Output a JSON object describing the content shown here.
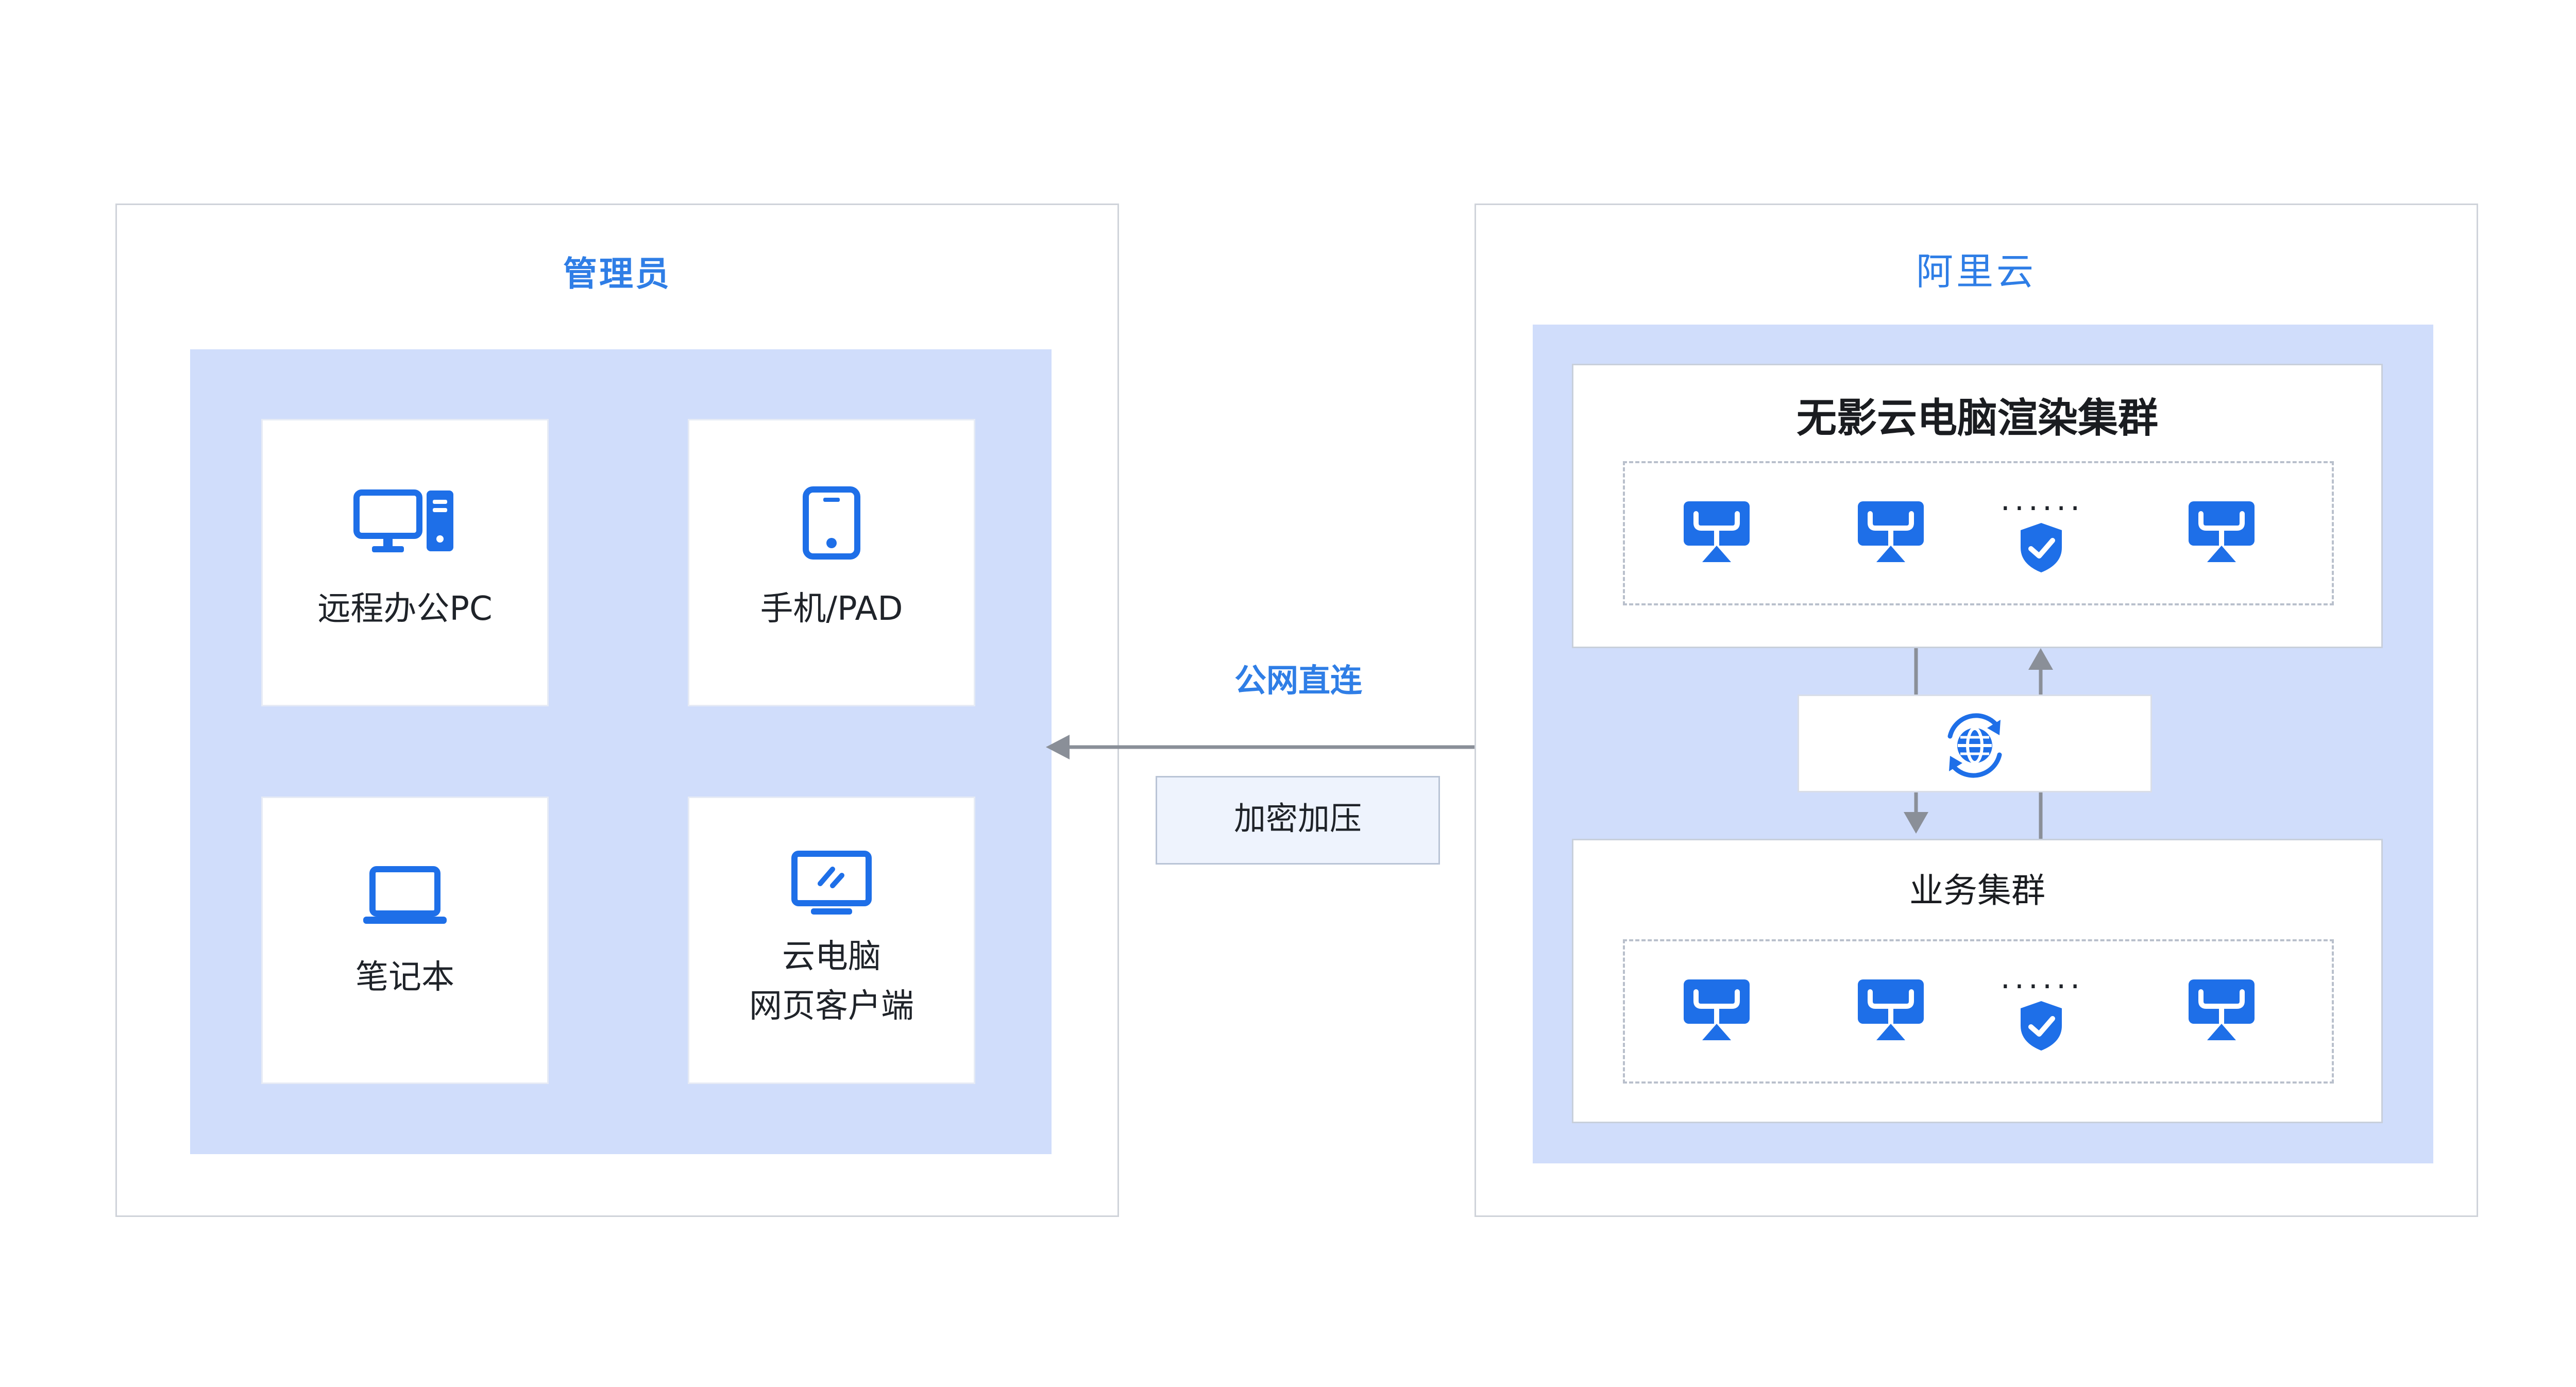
{
  "admin": {
    "title": "管理员",
    "devices": [
      {
        "label": "远程办公PC",
        "icon": "desktop-pc-icon"
      },
      {
        "label": "手机/PAD",
        "icon": "tablet-icon"
      },
      {
        "label": "笔记本",
        "icon": "laptop-icon"
      },
      {
        "label_line1": "云电脑",
        "label_line2": "网页客户端",
        "icon": "monitor-icon"
      }
    ]
  },
  "connection": {
    "label": "公网直连",
    "encryption": "加密加压"
  },
  "cloud": {
    "title": "阿里云",
    "render_cluster": {
      "title": "无影云电脑渲染集群",
      "ellipsis": "......"
    },
    "network_icon": "globe-sync-icon",
    "business_cluster": {
      "title": "业务集群",
      "ellipsis": "......"
    }
  },
  "colors": {
    "accent": "#2f7ee6",
    "icon_blue": "#1e6fe8",
    "panel_lavender": "#d0ddfb",
    "border_gray": "#cfd3da",
    "arrow_gray": "#8a8f98"
  }
}
